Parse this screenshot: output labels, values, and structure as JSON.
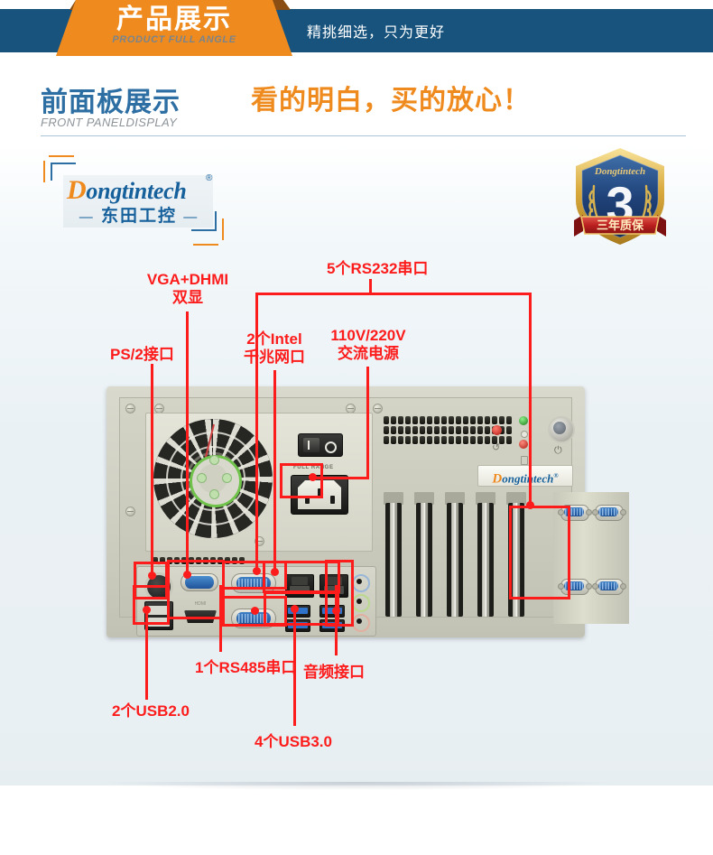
{
  "header": {
    "title_cn": "产品展示",
    "title_en": "PRODUCT FULL ANGLE",
    "subtitle": "精挑细选，只为更好",
    "ribbon_color": "#ef8b1e",
    "bar_color": "#17537d"
  },
  "section": {
    "title_cn": "前面板展示",
    "title_en": "FRONT PANELDISPLAY",
    "slogan": "看的明白，买的放心！",
    "title_color": "#2d6ea3",
    "slogan_color": "#ef8b1e"
  },
  "logo": {
    "initial": "D",
    "word": "ongtintech",
    "registered": "®",
    "cn": "东田工控",
    "dash_left": "—",
    "dash_right": "—"
  },
  "badge": {
    "brand": "Dongtintech",
    "number": "3",
    "ribbon_text": "三年质保"
  },
  "product": {
    "nameplate_initial": "D",
    "nameplate_word": "ongtintech",
    "nameplate_reg": "®",
    "psu_label": "FULL RANGE",
    "hdmi_label": "HDMI",
    "power_symbol": "⏻",
    "reset_symbol": "↺"
  },
  "callouts": [
    {
      "id": "ps2",
      "label": "PS/2接口",
      "lines": [
        "PS/2接口"
      ]
    },
    {
      "id": "vga",
      "label": "VGA+DHMI 双显",
      "lines": [
        "VGA+DHMI",
        "双显"
      ]
    },
    {
      "id": "rs232",
      "label": "5个RS232串口",
      "lines": [
        "5个RS232串口"
      ]
    },
    {
      "id": "lan",
      "label": "2个Intel 千兆网口",
      "lines": [
        "2个Intel",
        "千兆网口"
      ]
    },
    {
      "id": "power",
      "label": "110V/220V 交流电源",
      "lines": [
        "110V/220V",
        "交流电源"
      ]
    },
    {
      "id": "usb2",
      "label": "2个USB2.0",
      "lines": [
        "2个USB2.0"
      ]
    },
    {
      "id": "rs485",
      "label": "1个RS485串口",
      "lines": [
        "1个RS485串口"
      ]
    },
    {
      "id": "usb3",
      "label": "4个USB3.0",
      "lines": [
        "4个USB3.0"
      ]
    },
    {
      "id": "audio",
      "label": "音频接口",
      "lines": [
        "音频接口"
      ]
    }
  ],
  "colors": {
    "callout": "#fd1c1c",
    "brand_blue": "#16609b",
    "brand_orange": "#ef8b1e",
    "header_blue": "#17537d",
    "divider": "#a9c5da"
  }
}
